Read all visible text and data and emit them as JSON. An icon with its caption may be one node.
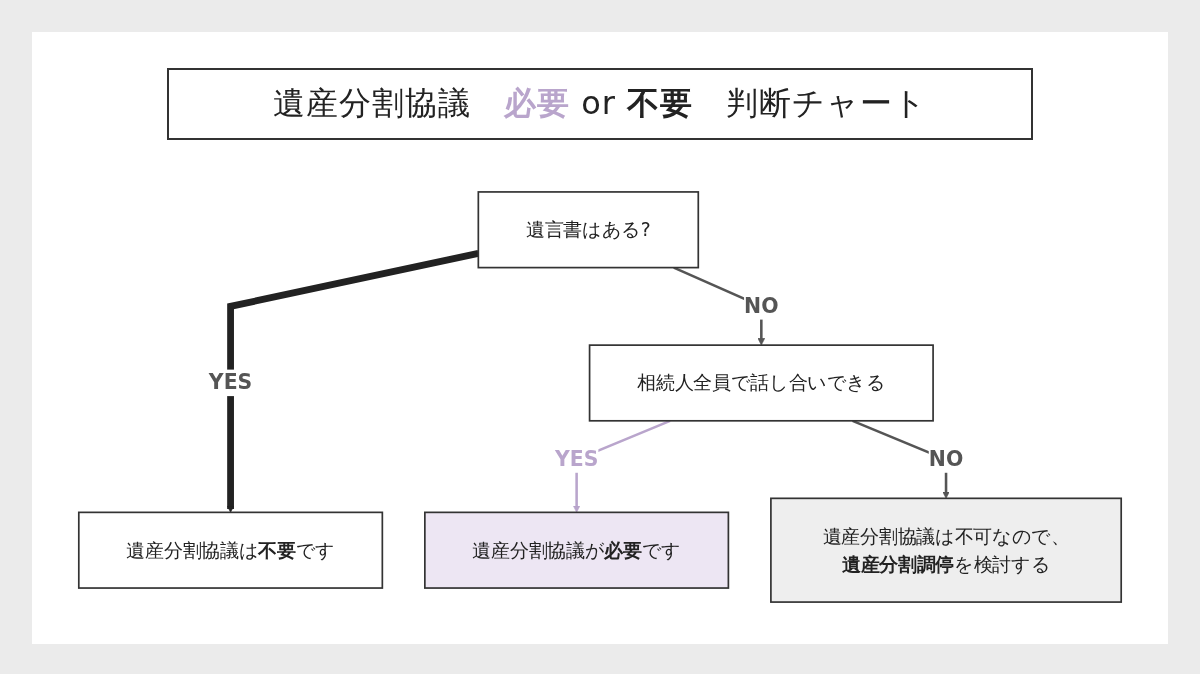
{
  "diagram": {
    "title": "遺産分割協議　**必要** or **不要**　判断チャート",
    "nodes": [
      {
        "text": [
          "遺言書はある?"
        ]
      },
      {
        "text": [
          "相続人全員で話し合いできる"
        ]
      },
      {
        "text": [
          "遺産分割協議は**不要**です"
        ]
      },
      {
        "text": [
          "遺産分割協議が**必要**です"
        ]
      },
      {
        "text": [
          "遺産分割協議は不可なので、**遺産分割調停**を検討する"
        ]
      }
    ],
    "edges": [
      {
        "from": 0,
        "to": 2,
        "arrow": "to",
        "label": "YES",
        "style": "thick",
        "color": "#222222"
      },
      {
        "from": 0,
        "to": 1,
        "arrow": "to",
        "label": "NO"
      },
      {
        "from": 1,
        "to": 3,
        "arrow": "to",
        "label": "YES",
        "color": "#b9a5cc"
      },
      {
        "from": 1,
        "to": 4,
        "arrow": "to",
        "label": "NO"
      }
    ]
  }
}
